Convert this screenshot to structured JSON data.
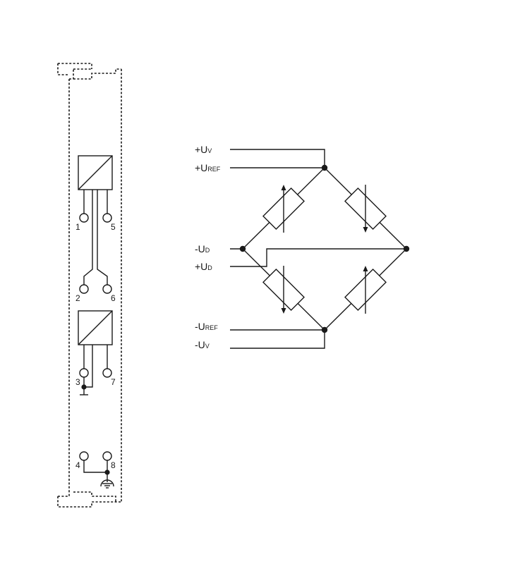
{
  "terminals": {
    "t1": "1",
    "t2": "2",
    "t3": "3",
    "t4": "4",
    "t5": "5",
    "t6": "6",
    "t7": "7",
    "t8": "8"
  },
  "signals": {
    "plus_uv": {
      "sign": "+U",
      "sub": "V"
    },
    "plus_uref": {
      "sign": "+U",
      "sub": "REF"
    },
    "minus_ud": {
      "sign": "-U",
      "sub": "D"
    },
    "plus_ud": {
      "sign": "+U",
      "sub": "D"
    },
    "minus_uref": {
      "sign": "-U",
      "sub": "REF"
    },
    "minus_uv": {
      "sign": "-U",
      "sub": "V"
    }
  }
}
